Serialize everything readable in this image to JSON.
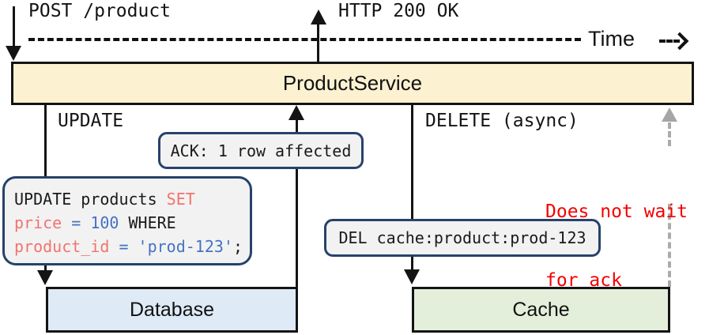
{
  "request": {
    "label": "POST /product"
  },
  "response": {
    "label": "HTTP 200 OK"
  },
  "timeline": {
    "label": "Time"
  },
  "service": {
    "label": "ProductService"
  },
  "database": {
    "label": "Database",
    "call_label": "UPDATE",
    "ack_label": "ACK: 1 row affected",
    "query": {
      "l1_black": "UPDATE products ",
      "l1_red": "SET",
      "l2_red": "price",
      "l2_blue": " = 100",
      "l2_black": " WHERE",
      "l3_red": "product_id",
      "l3_blue": " = 'prod-123'",
      "l3_black": ";"
    }
  },
  "cache": {
    "label": "Cache",
    "call_label": "DELETE (async)",
    "command": "DEL cache:product:prod-123",
    "note": {
      "line1": "Does not wait",
      "line2": "for ack"
    }
  },
  "colors": {
    "service_fill": "#FCF2D2",
    "database_fill": "#DEEAF6",
    "cache_fill": "#E3EFDB",
    "code_fill": "#F2F2F2",
    "code_border": "#27426B",
    "sql_keyword_red": "#F2736F",
    "sql_value_blue": "#4472C4",
    "note_red": "#F40000",
    "async_gray": "#A6A6A6"
  }
}
